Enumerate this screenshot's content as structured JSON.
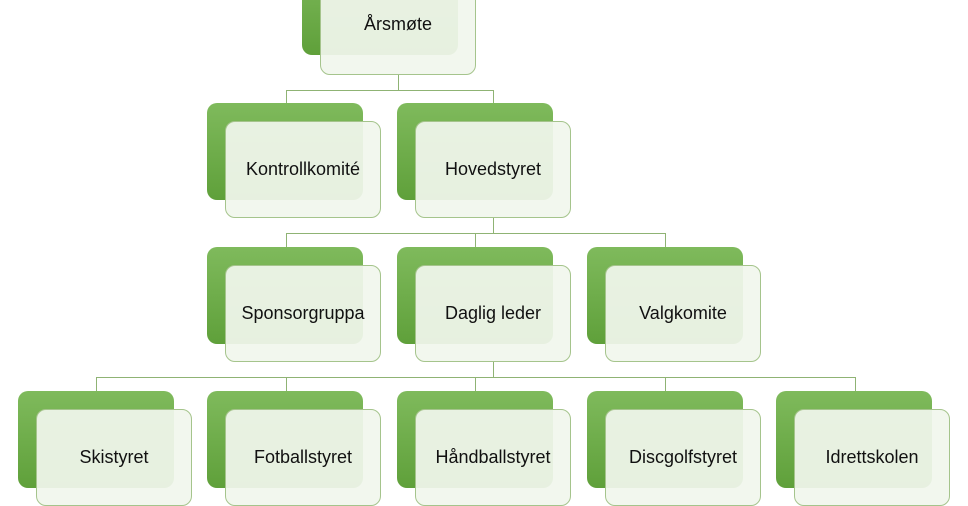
{
  "title": "Organisasjonskart",
  "nodes": {
    "arsmote": "Årsmøte",
    "kontrollkomite": "Kontrollkomité",
    "hovedstyret": "Hovedstyret",
    "sponsorgruppa": "Sponsorgruppa",
    "daglig_leder": "Daglig leder",
    "valgkomite": "Valgkomite",
    "skistyret": "Skistyret",
    "fotballstyret": "Fotballstyret",
    "handballstyret": "Håndballstyret",
    "discgolfstyret": "Discgolfstyret",
    "idrettskolen": "Idrettskolen"
  },
  "colors": {
    "green": "#6aab45",
    "line": "#8fb374",
    "card": "#f1f6ed"
  }
}
